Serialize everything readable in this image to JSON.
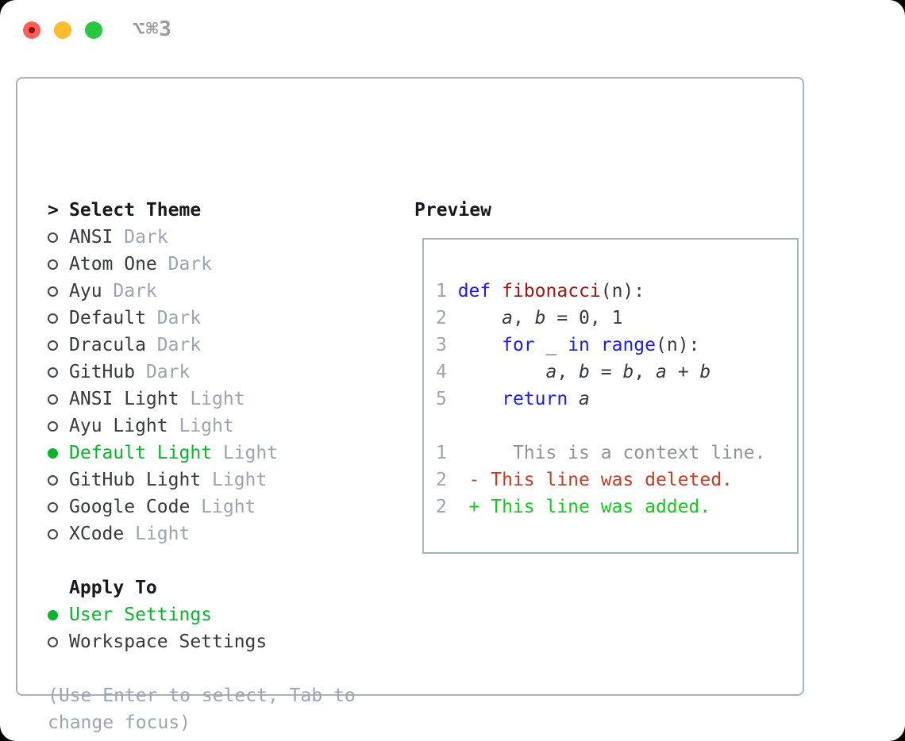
{
  "titlebar": {
    "shortcut": "⌥⌘3"
  },
  "colors": {
    "traffic_red": "#ff5f57",
    "traffic_yellow": "#febc2e",
    "traffic_green": "#28c840",
    "title_gray": "#9b9b9b",
    "border_gray": "#a9b1bb",
    "heading_dark": "#16191d",
    "text_dark": "#343a40",
    "muted_gray": "#9aa5b1",
    "selection_green": "#0ab42c",
    "keyword_blue": "#1a1bf0",
    "function_red": "#a31515",
    "context_gray": "#8d949b",
    "deleted_red": "#c53b25",
    "added_green": "#16c81f"
  },
  "theme_picker": {
    "prompt": ">",
    "title": "Select Theme",
    "items": [
      {
        "name": "ANSI",
        "variant": "Dark",
        "selected": false
      },
      {
        "name": "Atom One",
        "variant": "Dark",
        "selected": false
      },
      {
        "name": "Ayu",
        "variant": "Dark",
        "selected": false
      },
      {
        "name": "Default",
        "variant": "Dark",
        "selected": false
      },
      {
        "name": "Dracula",
        "variant": "Dark",
        "selected": false
      },
      {
        "name": "GitHub",
        "variant": "Dark",
        "selected": false
      },
      {
        "name": "ANSI Light",
        "variant": "Light",
        "selected": false
      },
      {
        "name": "Ayu Light",
        "variant": "Light",
        "selected": false
      },
      {
        "name": "Default Light",
        "variant": "Light",
        "selected": true
      },
      {
        "name": "GitHub Light",
        "variant": "Light",
        "selected": false
      },
      {
        "name": "Google Code",
        "variant": "Light",
        "selected": false
      },
      {
        "name": "XCode",
        "variant": "Light",
        "selected": false
      }
    ]
  },
  "apply_to": {
    "title": "Apply To",
    "options": [
      {
        "label": "User Settings",
        "selected": true
      },
      {
        "label": "Workspace Settings",
        "selected": false
      }
    ]
  },
  "hint_lines": [
    "(Use Enter to select, Tab to",
    "change focus)"
  ],
  "preview": {
    "title": "Preview",
    "lines": [
      {
        "n": "1",
        "tokens": [
          {
            "t": "def",
            "c": "kw"
          },
          {
            "t": " ",
            "c": "txt"
          },
          {
            "t": "fibonacci",
            "c": "fn"
          },
          {
            "t": "(n):",
            "c": "txt"
          }
        ]
      },
      {
        "n": "2",
        "tokens": [
          {
            "t": "    ",
            "c": "txt"
          },
          {
            "t": "a",
            "c": "var"
          },
          {
            "t": ", ",
            "c": "txt"
          },
          {
            "t": "b",
            "c": "var"
          },
          {
            "t": " = 0, 1",
            "c": "txt"
          }
        ]
      },
      {
        "n": "3",
        "tokens": [
          {
            "t": "    ",
            "c": "txt"
          },
          {
            "t": "for",
            "c": "kw"
          },
          {
            "t": " _ ",
            "c": "txt"
          },
          {
            "t": "in",
            "c": "kw"
          },
          {
            "t": " ",
            "c": "txt"
          },
          {
            "t": "range",
            "c": "kw"
          },
          {
            "t": "(n):",
            "c": "txt"
          }
        ]
      },
      {
        "n": "4",
        "tokens": [
          {
            "t": "        ",
            "c": "txt"
          },
          {
            "t": "a",
            "c": "var"
          },
          {
            "t": ", ",
            "c": "txt"
          },
          {
            "t": "b",
            "c": "var"
          },
          {
            "t": " = ",
            "c": "txt"
          },
          {
            "t": "b",
            "c": "var"
          },
          {
            "t": ", ",
            "c": "txt"
          },
          {
            "t": "a",
            "c": "var"
          },
          {
            "t": " + ",
            "c": "txt"
          },
          {
            "t": "b",
            "c": "var"
          }
        ]
      },
      {
        "n": "5",
        "tokens": [
          {
            "t": "    ",
            "c": "txt"
          },
          {
            "t": "return",
            "c": "kw"
          },
          {
            "t": " ",
            "c": "txt"
          },
          {
            "t": "a",
            "c": "var"
          }
        ]
      },
      {
        "n": "",
        "tokens": []
      },
      {
        "n": "1",
        "tokens": [
          {
            "t": "     This is a context line.",
            "c": "ctx"
          }
        ]
      },
      {
        "n": "2",
        "tokens": [
          {
            "t": " - This line was deleted.",
            "c": "del"
          }
        ]
      },
      {
        "n": "2",
        "tokens": [
          {
            "t": " + This line was added.",
            "c": "add"
          }
        ]
      }
    ]
  }
}
